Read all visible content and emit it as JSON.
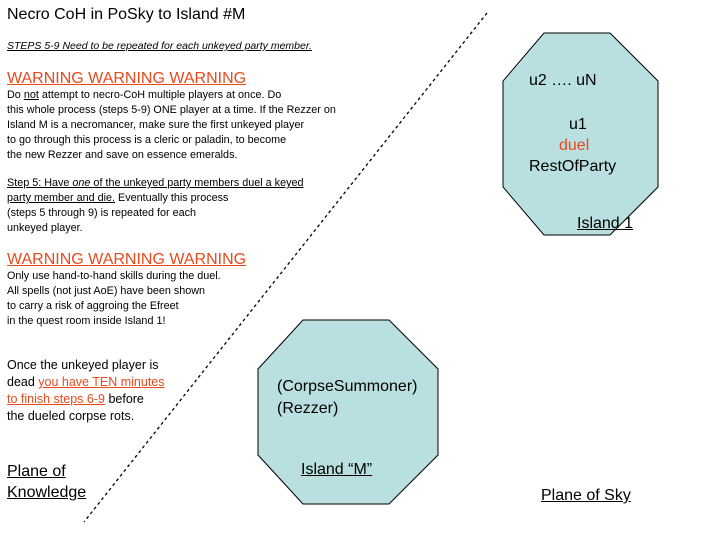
{
  "title": "Necro CoH in PoSky to Island #M",
  "steps_note": "STEPS 5-9 Need to be repeated for each unkeyed party member.",
  "warning1": "WARNING WARNING WARNING",
  "para1": {
    "l1a": "Do ",
    "l1b": "not",
    "l1c": " attempt to necro-CoH multiple players at once.  Do",
    "l2": "this whole process (steps 5-9) ONE player at a time.  If the Rezzer on",
    "l3": "Island M is a necromancer, make sure the first unkeyed player",
    "l4": "to go through this process is a cleric or paladin, to become",
    "l5": "the new Rezzer and save on essence emeralds."
  },
  "para2": {
    "l1a": "Step 5:  Have ",
    "l1b": "one",
    "l1c": " of the unkeyed party members duel a keyed",
    "l2": "party member and die.",
    "l2b": "  Eventually this process",
    "l3": "(steps 5 through 9) is repeated for each",
    "l4": "unkeyed player."
  },
  "warning2": "WARNING WARNING WARNING",
  "para3": {
    "l1": "Only use hand-to-hand skills during the duel.",
    "l2": "All spells (not just AoE) have been shown",
    "l3": "to carry a risk of aggroing the Efreet",
    "l4": "in the quest room inside Island 1!"
  },
  "para4": {
    "l1": "Once the unkeyed player is",
    "l2a": "dead ",
    "l2b": "you have TEN minutes",
    "l3a": "to finish steps 6-9",
    "l3b": " before",
    "l4": "the dueled corpse rots."
  },
  "plane_knowledge": {
    "l1": "Plane of",
    "l2": "Knowledge"
  },
  "plane_sky": "Plane of Sky",
  "island1": {
    "line1": "u2 …. uN",
    "line2": "u1",
    "line3": "duel",
    "line4": "RestOfParty",
    "label": "Island 1"
  },
  "islandM": {
    "line1": "(CorpseSummoner)",
    "line2": "(Rezzer)",
    "label": "Island “M”"
  },
  "colors": {
    "island_fill": "#b9dfe1",
    "warning": "#e8491d",
    "outline": "#000000"
  }
}
